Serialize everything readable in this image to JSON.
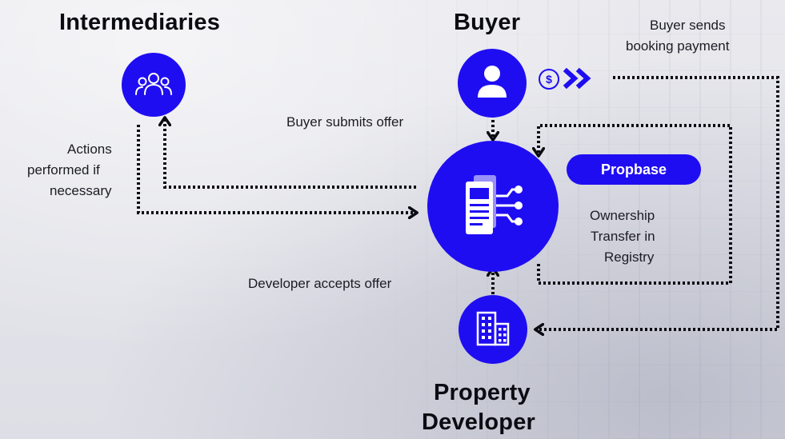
{
  "nodes": {
    "intermediaries": {
      "title": "Intermediaries",
      "icon": "people-group-icon"
    },
    "buyer": {
      "title": "Buyer",
      "icon": "user-icon"
    },
    "property_developer": {
      "title_line1": "Property",
      "title_line2": "Developer",
      "icon": "buildings-icon"
    },
    "propbase": {
      "badge": "Propbase",
      "icon": "document-network-icon"
    }
  },
  "labels": {
    "buyer_sends_line1": "Buyer sends",
    "buyer_sends_line2": "booking payment",
    "buyer_submits": "Buyer submits offer",
    "actions_line1": "Actions",
    "actions_line2": "performed if",
    "actions_line3": "necessary",
    "ownership_line1": "Ownership",
    "ownership_line2": "Transfer in",
    "ownership_line3": "Registry",
    "developer_accepts": "Developer accepts offer"
  },
  "icons": {
    "payment": "dollar-icon",
    "chevrons": "double-chevron-right-icon"
  },
  "colors": {
    "accent": "#1f0df2",
    "connector": "#0b0b12",
    "text": "#1c1c24"
  }
}
